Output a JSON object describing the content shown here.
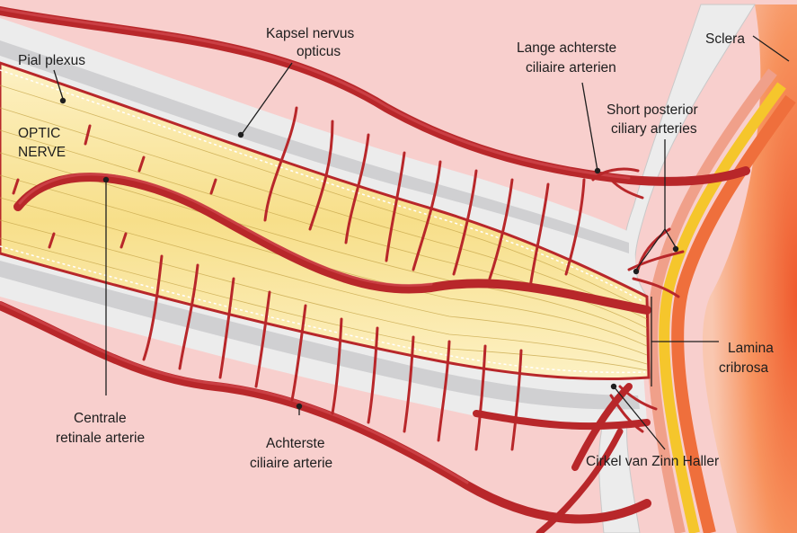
{
  "labels": {
    "pial_plexus": "Pial plexus",
    "kapsel_line1": "Kapsel nervus",
    "kapsel_line2": "opticus",
    "lange_line1": "Lange achterste",
    "lange_line2": "ciliaire arterien",
    "sclera": "Sclera",
    "short_line1": "Short posterior",
    "short_line2": "ciliary arteries",
    "optic_line1": "OPTIC",
    "optic_line2": "NERVE",
    "lamina_line1": "Lamina",
    "lamina_line2": "cribrosa",
    "centrale_line1": "Centrale",
    "centrale_line2": "retinale arterie",
    "achterste_line1": "Achterste",
    "achterste_line2": "ciliaire arterie",
    "cirkel": "Cirkel van Zinn Haller"
  },
  "colors": {
    "background": "#f8cfcd",
    "sheath": "#ececec",
    "dura": "#d0d0d2",
    "nerve": "#fbeaa6",
    "nerve_core": "#f6dc80",
    "vessel": "#b8272a",
    "retina_orange": "#ef6f3c",
    "retina_yellow": "#f5c62c",
    "choroid": "#f0a08a"
  }
}
